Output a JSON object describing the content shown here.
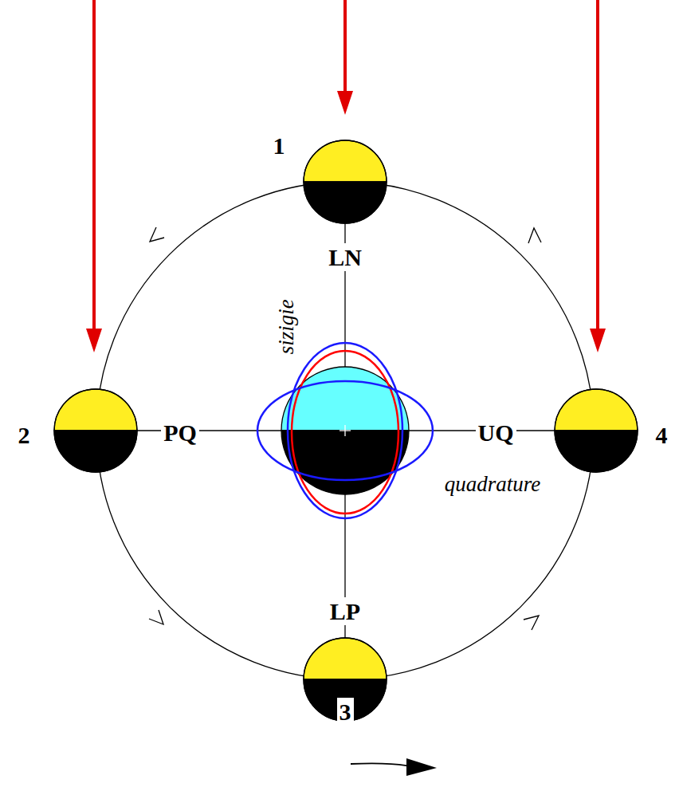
{
  "diagram": {
    "labels": [
      "1",
      "LN",
      "sizigie",
      "2",
      "PQ",
      "UQ",
      "4",
      "quadrature",
      "LP",
      "3"
    ]
  }
}
